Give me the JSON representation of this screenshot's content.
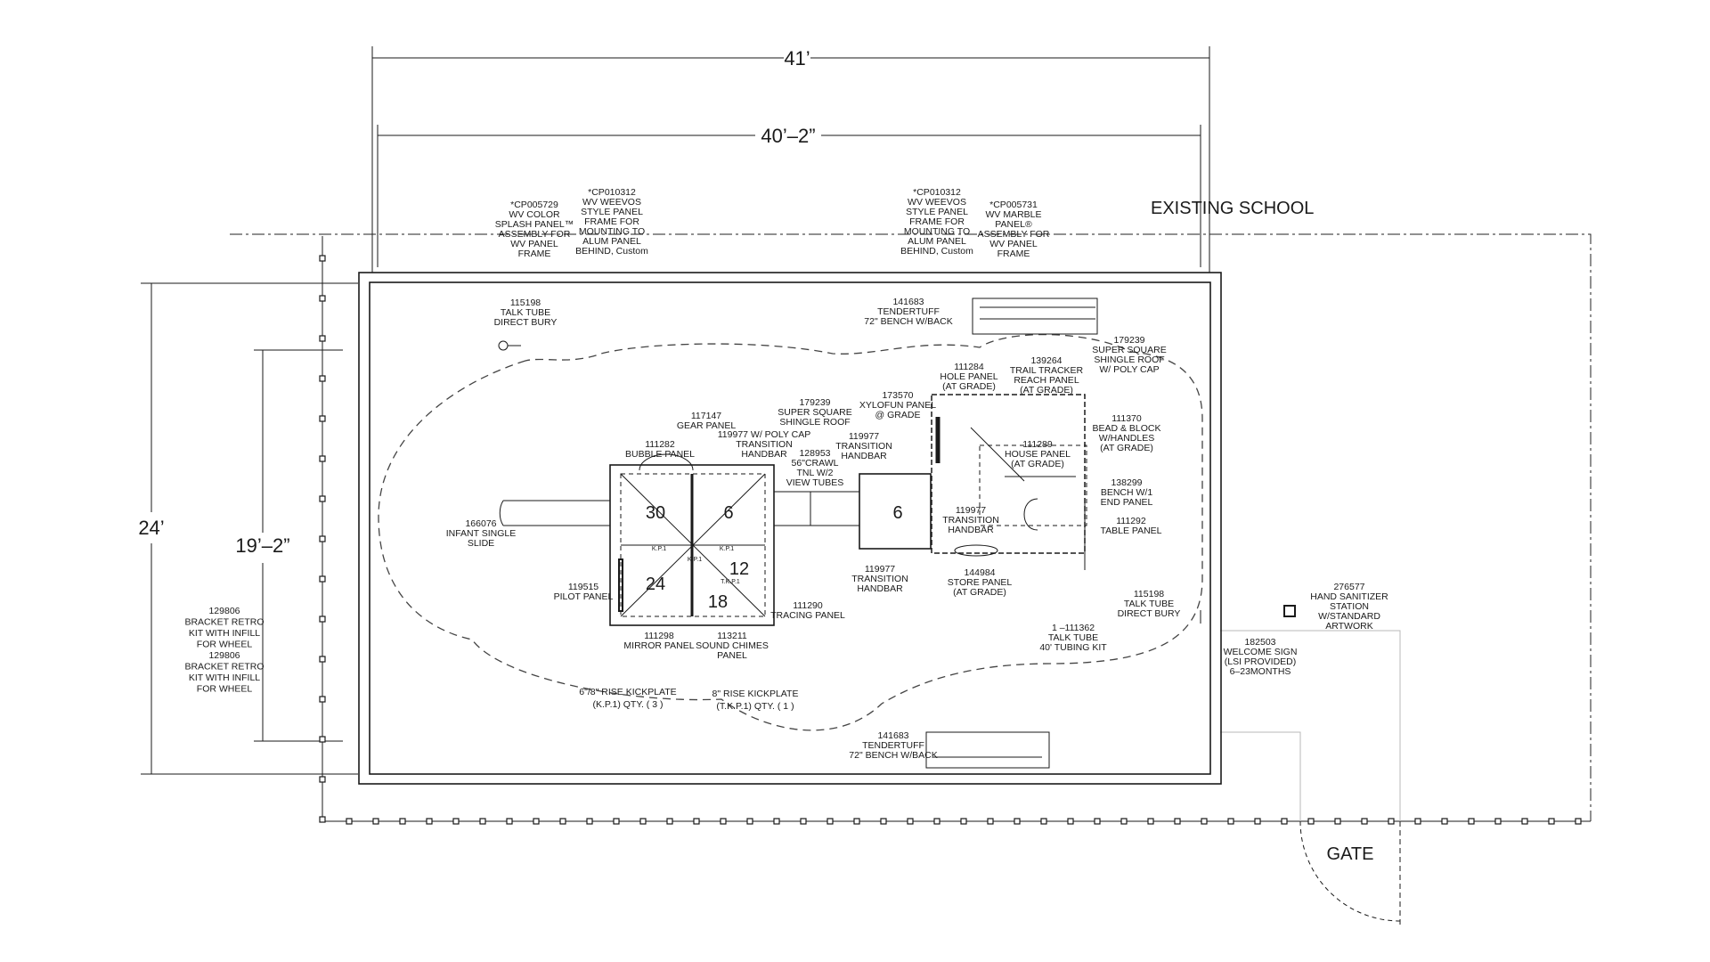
{
  "dimensions": {
    "width_outer": "41’",
    "width_inner": "40’–2”",
    "depth_outer": "24’",
    "depth_inner": "19’–2”"
  },
  "site": {
    "existing_school": "EXISTING SCHOOL",
    "gate": "GATE"
  },
  "deck_numbers": [
    "30",
    "6",
    "24",
    "12",
    "18",
    "6"
  ],
  "kickplate_marks": [
    "K.P.1",
    "K.P.1",
    "K.P.1",
    "T.K.P.1"
  ],
  "labels": {
    "cp005729": [
      "*CP005729",
      "WV COLOR",
      "SPLASH PANEL™",
      "ASSEMBLY FOR",
      "WV PANEL",
      "FRAME"
    ],
    "cp010312_left": [
      "*CP010312",
      "WV WEEVOS",
      "STYLE PANEL",
      "FRAME FOR",
      "MOUNTING TO",
      "ALUM PANEL",
      "BEHIND, Custom"
    ],
    "cp010312_right": [
      "*CP010312",
      "WV WEEVOS",
      "STYLE PANEL",
      "FRAME FOR",
      "MOUNTING TO",
      "ALUM PANEL",
      "BEHIND, Custom"
    ],
    "cp005731": [
      "*CP005731",
      "WV MARBLE",
      "PANEL®",
      "ASSEMBLY FOR",
      "WV PANEL",
      "FRAME"
    ],
    "talk_tube_top": [
      "115198",
      "TALK TUBE",
      "DIRECT BURY"
    ],
    "bench_top": [
      "141683",
      "TENDERTUFF",
      "72\" BENCH W/BACK"
    ],
    "roof_right": [
      "179239",
      "SUPER SQUARE",
      "SHINGLE ROOF",
      "W/ POLY CAP"
    ],
    "hole_panel": [
      "111284",
      "HOLE PANEL",
      "(AT GRADE)"
    ],
    "trail_tracker": [
      "139264",
      "TRAIL TRACKER",
      "REACH PANEL",
      "(AT GRADE)"
    ],
    "gear_panel": [
      "117147",
      "GEAR  PANEL"
    ],
    "roof_left": [
      "179239",
      "SUPER SQUARE",
      "SHINGLE ROOF"
    ],
    "roof_left_b": [
      "119977 W/ POLY CAP",
      "TRANSITION",
      "HANDBAR"
    ],
    "xylofun": [
      "173570",
      "XYLOFUN PANEL",
      "@ GRADE"
    ],
    "bubble_panel": [
      "111282",
      "BUBBLE PANEL"
    ],
    "transition_mid": [
      "119977",
      "TRANSITION",
      "HANDBAR"
    ],
    "crawl_tunnel": [
      "128953",
      "56\"CRAWL",
      "TNL W/2",
      "VIEW TUBES"
    ],
    "house_panel": [
      "111289",
      "HOUSE PANEL",
      "(AT GRADE)"
    ],
    "bead_block": [
      "111370",
      "BEAD & BLOCK",
      "W/HANDLES",
      "(AT GRADE)"
    ],
    "bench_end": [
      "138299",
      "BENCH W/1",
      "END PANEL"
    ],
    "table_panel": [
      "111292",
      "TABLE PANEL"
    ],
    "infant_slide": [
      "166076",
      "INFANT SINGLE",
      "SLIDE"
    ],
    "transition_right": [
      "119977",
      "TRANSITION",
      "HANDBAR"
    ],
    "pilot_panel": [
      "119515",
      "PILOT PANEL"
    ],
    "transition_bottom": [
      "119977",
      "TRANSITION",
      "HANDBAR"
    ],
    "store_panel": [
      "144984",
      "STORE PANEL",
      "(AT GRADE)"
    ],
    "tracing_panel": [
      "111290",
      "TRACING PANEL"
    ],
    "talk_tube_right": [
      "115198",
      "TALK TUBE",
      "DIRECT BURY"
    ],
    "hand_sanitizer": [
      "276577",
      "HAND SANITIZER",
      "STATION",
      "W/STANDARD",
      "ARTWORK"
    ],
    "mirror_panel": [
      "111298",
      "MIRROR PANEL"
    ],
    "sound_chimes": [
      "113211",
      "SOUND CHIMES",
      "PANEL"
    ],
    "talk_tube_kit": [
      "1 –111362",
      "TALK TUBE",
      "40' TUBING KIT"
    ],
    "welcome_sign": [
      "182503",
      "WELCOME SIGN",
      "(LSI PROVIDED)",
      "6–23MONTHS"
    ],
    "bracket": [
      "129806",
      "BRACKET RETRO",
      "KIT WITH INFILL",
      "FOR WHEEL",
      "129806",
      "BRACKET RETRO",
      "KIT WITH INFILL",
      "FOR WHEEL"
    ],
    "kickplate_6_8": [
      "6\"/8\" RISE KICKPLATE",
      "(K.P.1)  QTY. ( 3 )"
    ],
    "kickplate_8": [
      "8\" RISE KICKPLATE",
      "(T.K.P.1)  QTY. ( 1 )"
    ],
    "bench_bottom": [
      "141683",
      "TENDERTUFF",
      "72\" BENCH W/BACK"
    ]
  }
}
